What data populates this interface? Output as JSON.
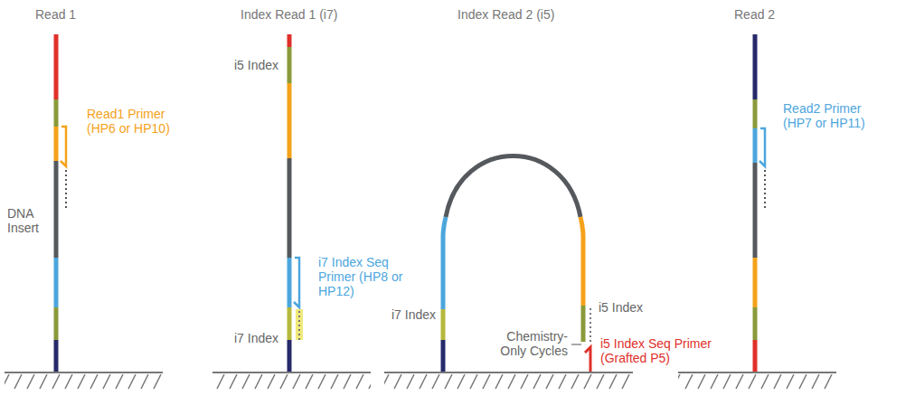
{
  "diagram": {
    "labels": [
      "Read 1",
      "Index Read 1 (i7)",
      "Index Read 2 (i5)",
      "Read 2",
      "Read1 Primer (HP6 or HP10)",
      "DNA Insert",
      "i5 Index",
      "i7 Index Seq Primer (HP8 or HP12)",
      "i7 Index",
      "i7 Index",
      "Chemistry-Only Cycles",
      "i5 Index",
      "i5 Index Seq Primer (Grafted P5)",
      "Read2 Primer (HP7 or HP11)"
    ]
  }
}
